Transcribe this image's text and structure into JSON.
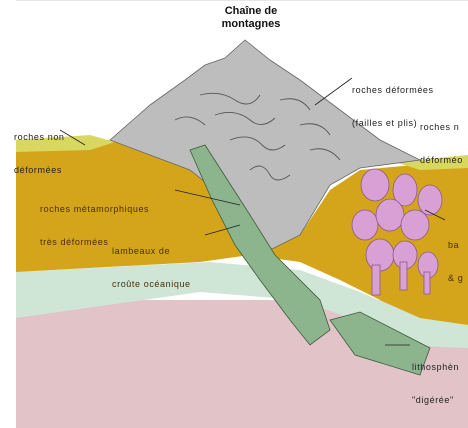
{
  "title": {
    "line1": "Chaîne de",
    "line2": "montagnes"
  },
  "labels": {
    "deformed_rocks": {
      "line1": "roches déformées",
      "line2": "(failles et plis)"
    },
    "undeformed_left": {
      "line1": "roches non",
      "line2": "déformées"
    },
    "undeformed_right": {
      "line1": "roches n",
      "line2": "déforméo"
    },
    "metamorphic": {
      "line1": "roches métamorphiques",
      "line2": "très déformées"
    },
    "oceanic_crust": {
      "line1": "lambeaux de",
      "line2": "croûte océanique"
    },
    "batholith": {
      "line1": "ba",
      "line2": "& g"
    },
    "lithosphere": {
      "line1": "lithosphèn",
      "line2": "\"digérée\""
    }
  },
  "colors": {
    "mountain": "#bdbdbd",
    "crust": "#d4a51a",
    "sediment": "#d8d860",
    "mantle_green": "#cfe6d6",
    "mantle_pink": "#e2c4c8",
    "slab": "#8db58d",
    "granite": "#d9a0d6"
  }
}
